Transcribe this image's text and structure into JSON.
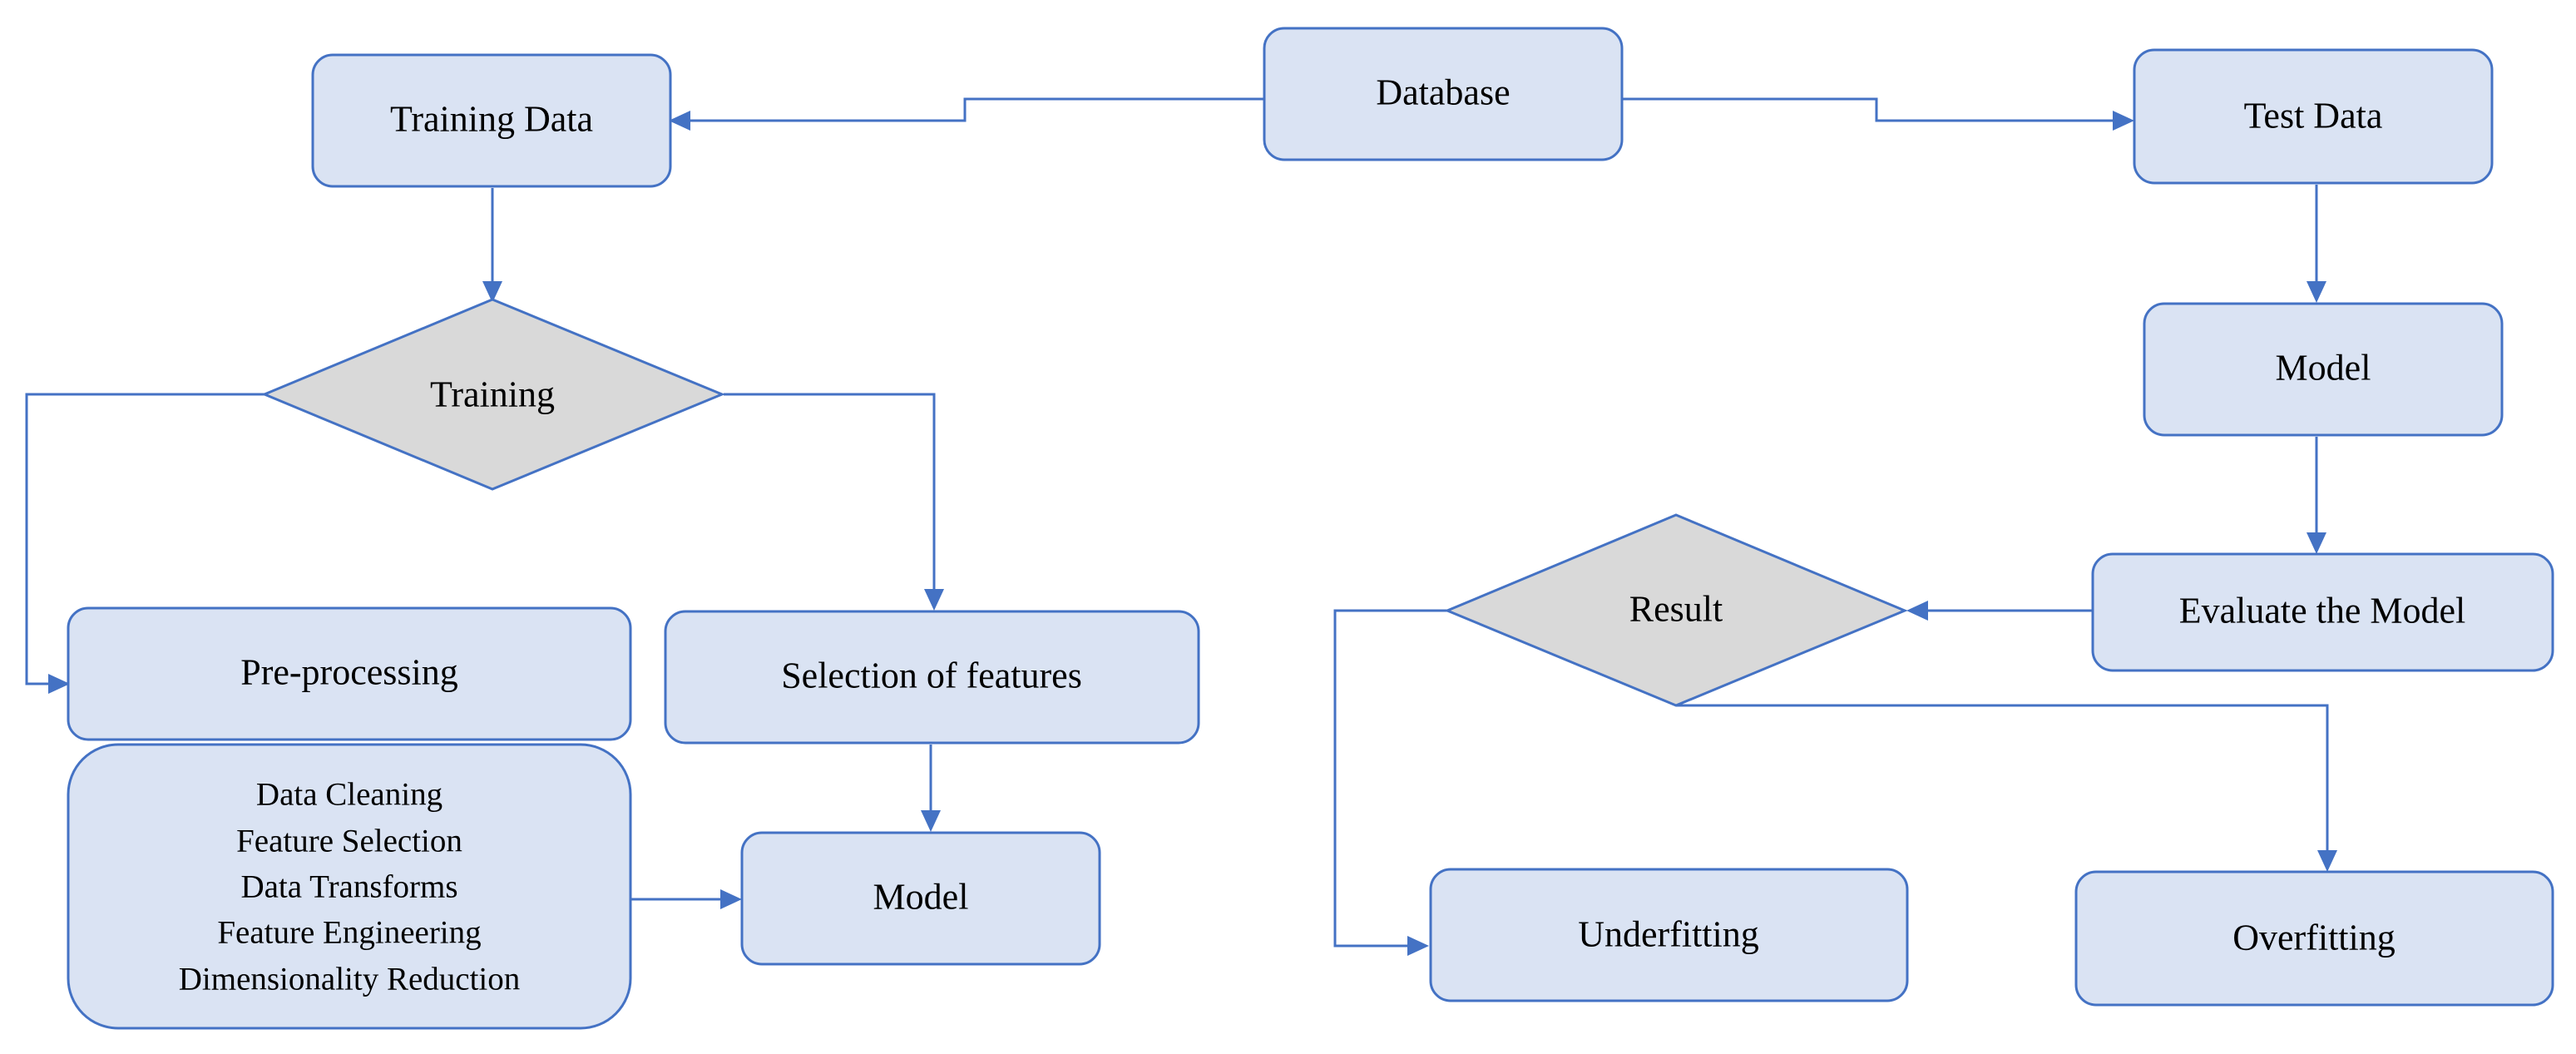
{
  "nodes": {
    "database": "Database",
    "training_data": "Training Data",
    "test_data": "Test Data",
    "training": "Training",
    "preprocessing": "Pre-processing",
    "selection_of_features": "Selection of features",
    "preprocessing_steps": [
      "Data Cleaning",
      "Feature Selection",
      "Data Transforms",
      "Feature Engineering",
      "Dimensionality Reduction"
    ],
    "model_left": "Model",
    "model_right": "Model",
    "evaluate_model": "Evaluate the Model",
    "result": "Result",
    "underfitting": "Underfitting",
    "overfitting": "Overfitting"
  },
  "colors": {
    "box_fill": "#dae3f3",
    "box_stroke": "#4472c4",
    "diamond_fill": "#d9d9d9",
    "arrow": "#4472c4"
  }
}
